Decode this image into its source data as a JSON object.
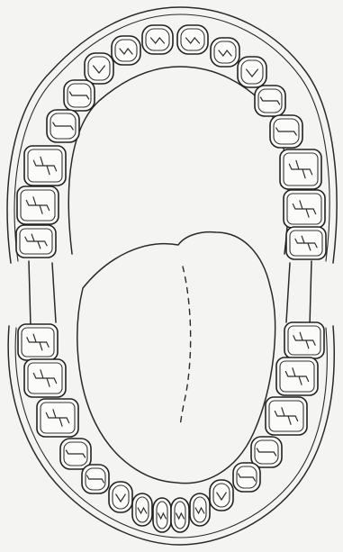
{
  "figure": {
    "subject": "dental-arches",
    "upper_arch_teeth": 16,
    "lower_arch_teeth": 16
  }
}
